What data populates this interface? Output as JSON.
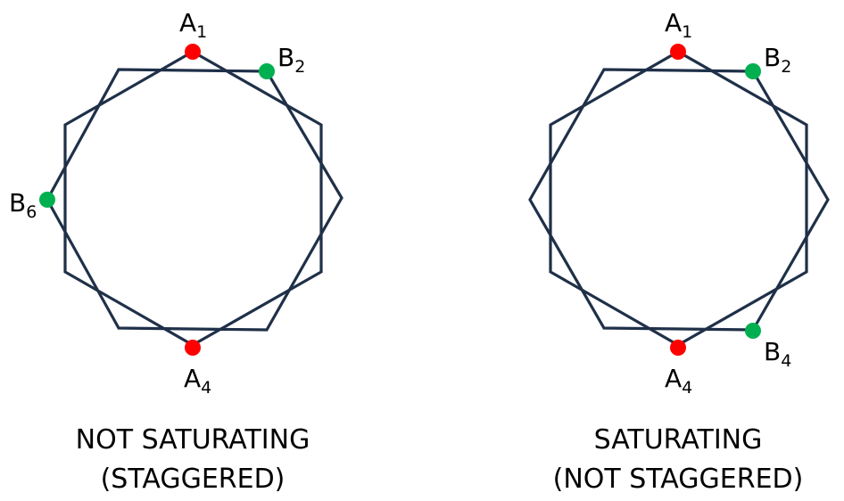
{
  "left": {
    "labels": {
      "a1": {
        "letter": "A",
        "index": "1"
      },
      "b2": {
        "letter": "B",
        "index": "2"
      },
      "b6": {
        "letter": "B",
        "index": "6"
      },
      "a4": {
        "letter": "A",
        "index": "4"
      }
    },
    "caption_line1": "NOT SATURATING",
    "caption_line2": "(STAGGERED)"
  },
  "right": {
    "labels": {
      "a1": {
        "letter": "A",
        "index": "1"
      },
      "b2": {
        "letter": "B",
        "index": "2"
      },
      "b4": {
        "letter": "B",
        "index": "4"
      },
      "a4": {
        "letter": "A",
        "index": "4"
      }
    },
    "caption_line1": "SATURATING",
    "caption_line2": "(NOT STAGGERED)"
  },
  "colors": {
    "line": "#1f3048",
    "a_points": "#ff0000",
    "b_points": "#00b050"
  }
}
